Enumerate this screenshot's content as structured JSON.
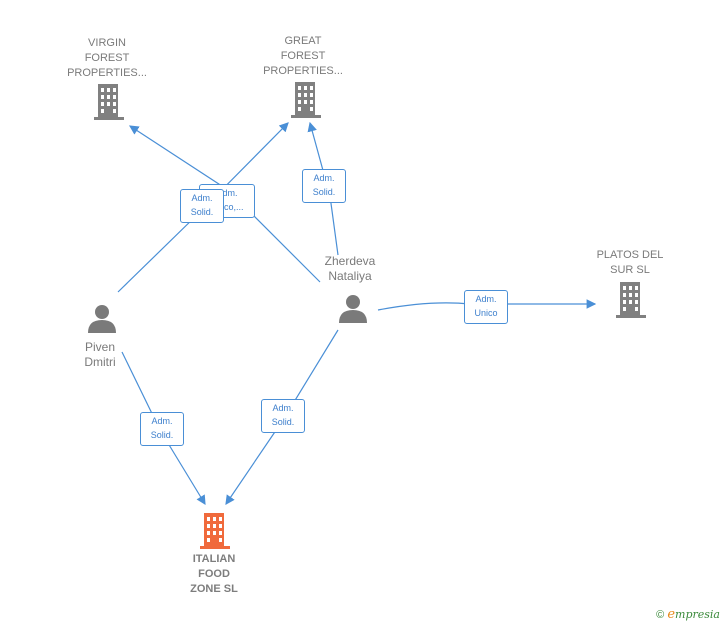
{
  "colors": {
    "edge": "#4a8fd6",
    "company_icon": "#808080",
    "focus_company_icon": "#f06a3c",
    "person_icon": "#7a7a7a"
  },
  "nodes": {
    "virgin": {
      "label_lines": [
        "VIRGIN",
        "FOREST",
        "PROPERTIES..."
      ],
      "icon": "building-icon"
    },
    "great": {
      "label_lines": [
        "GREAT",
        "FOREST",
        "PROPERTIES..."
      ],
      "icon": "building-icon"
    },
    "platos": {
      "label_lines": [
        "PLATOS DEL",
        "SUR  SL"
      ],
      "icon": "building-icon"
    },
    "italian": {
      "label_lines": [
        "ITALIAN",
        "FOOD",
        "ZONE  SL"
      ],
      "icon": "building-icon"
    },
    "zherdeva": {
      "label_lines": [
        "Zherdeva",
        "Nataliya"
      ],
      "icon": "person-icon"
    },
    "piven": {
      "label_lines": [
        "Piven",
        "Dmitri"
      ],
      "icon": "person-icon"
    }
  },
  "edges": {
    "piven_great": [
      "Adm.",
      "Solid."
    ],
    "zherdeva_virgin": [
      "Adm.",
      "Unico,..."
    ],
    "zherdeva_great": [
      "Adm.",
      "Solid."
    ],
    "zherdeva_platos": [
      "Adm.",
      "Unico"
    ],
    "piven_italian": [
      "Adm.",
      "Solid."
    ],
    "zherdeva_italian": [
      "Adm.",
      "Solid."
    ]
  },
  "footer": {
    "copyright": "©",
    "brand_initial": "e",
    "brand_rest": "mpresia"
  }
}
